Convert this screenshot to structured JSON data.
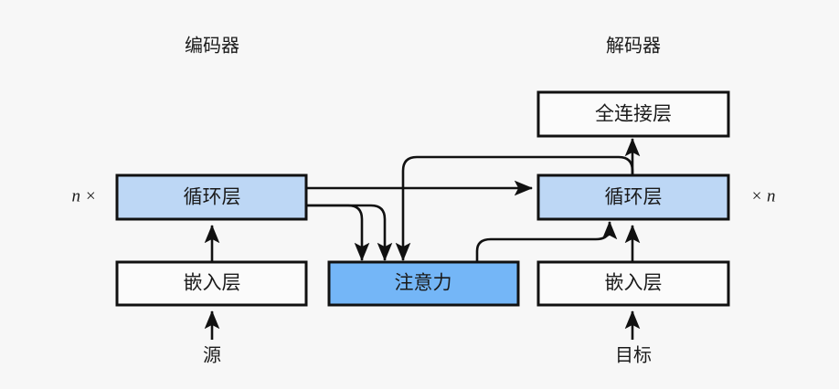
{
  "diagram": {
    "title_hidden": "",
    "background_color": "#f7f7f7",
    "stroke_color": "#111111",
    "colors": {
      "recurrent_fill": "#bdd7f5",
      "attention_fill": "#74b6f7",
      "plain_fill": "#fbfbfb",
      "border": "#111111"
    },
    "sections": {
      "encoder_label": "编码器",
      "decoder_label": "解码器"
    },
    "multipliers": {
      "left": "n ×",
      "right": "× n"
    },
    "blocks": {
      "encoder_recurrent": "循环层",
      "encoder_embedding": "嵌入层",
      "attention": "注意力",
      "decoder_recurrent": "循环层",
      "decoder_embedding": "嵌入层",
      "dense": "全连接层"
    },
    "io": {
      "source": "源",
      "target": "目标"
    }
  }
}
